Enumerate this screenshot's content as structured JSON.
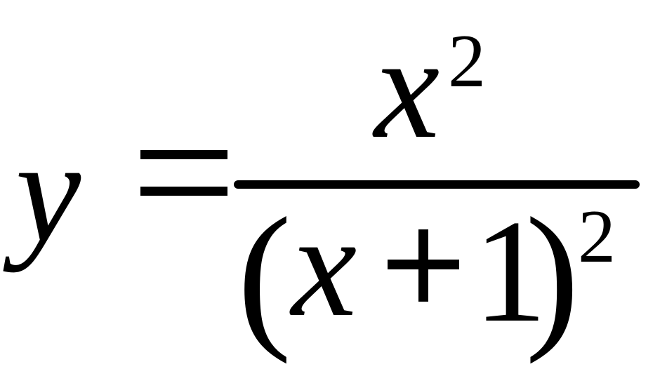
{
  "formula": {
    "lhs": {
      "variable": "y",
      "relation": "="
    },
    "rhs": {
      "numerator": {
        "base": "x",
        "exponent": "2"
      },
      "denominator": {
        "open_paren": "(",
        "variable": "x",
        "operator": "+",
        "constant": "1",
        "close_paren": ")",
        "exponent": "2"
      }
    }
  },
  "colors": {
    "ink": "#000000",
    "background": "#ffffff"
  }
}
